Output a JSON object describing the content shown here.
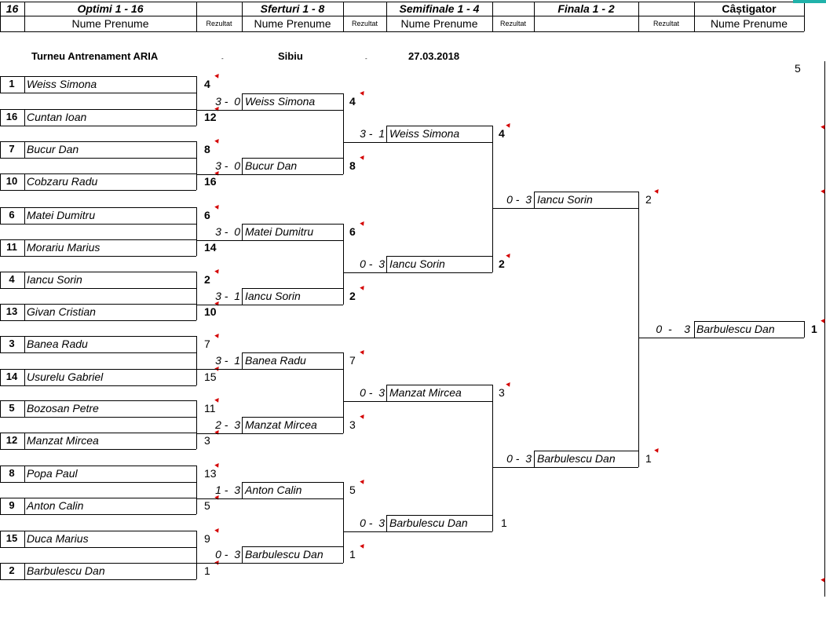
{
  "header": {
    "count": "16",
    "round1": "Optimi 1 - 16",
    "round2": "Sferturi 1 - 8",
    "round3": "Semifinale 1 - 4",
    "round4": "Finala 1 - 2",
    "winner": "Câștigator",
    "name_label": "Nume Prenume",
    "result_label": "Rezultat"
  },
  "info": {
    "title": "Turneu Antrenament ARIA",
    "dash": "-",
    "city": "Sibiu",
    "date": "27.03.2018",
    "corner_number": "5"
  },
  "round1": [
    {
      "seed": "1",
      "name": "Weiss Simona",
      "val": "4"
    },
    {
      "seed": "16",
      "name": "Cuntan Ioan",
      "val": "12"
    },
    {
      "seed": "7",
      "name": "Bucur Dan",
      "val": "8"
    },
    {
      "seed": "10",
      "name": "Cobzaru Radu",
      "val": "16"
    },
    {
      "seed": "6",
      "name": "Matei Dumitru",
      "val": "6"
    },
    {
      "seed": "11",
      "name": "Morariu Marius",
      "val": "14"
    },
    {
      "seed": "4",
      "name": "Iancu Sorin",
      "val": "2"
    },
    {
      "seed": "13",
      "name": "Givan Cristian",
      "val": "10"
    },
    {
      "seed": "3",
      "name": "Banea Radu",
      "val": "7"
    },
    {
      "seed": "14",
      "name": "Usurelu Gabriel",
      "val": "15"
    },
    {
      "seed": "5",
      "name": "Bozosan Petre",
      "val": "11"
    },
    {
      "seed": "12",
      "name": "Manzat Mircea",
      "val": "3"
    },
    {
      "seed": "8",
      "name": "Popa Paul",
      "val": "13"
    },
    {
      "seed": "9",
      "name": "Anton Calin",
      "val": "5"
    },
    {
      "seed": "15",
      "name": "Duca Marius",
      "val": "9"
    },
    {
      "seed": "2",
      "name": "Barbulescu Dan",
      "val": "1"
    }
  ],
  "round2": [
    {
      "score": "3 -  0",
      "name": "Weiss Simona",
      "val": "4"
    },
    {
      "score": "3 -  0",
      "name": "Bucur Dan",
      "val": "8"
    },
    {
      "score": "3 -  0",
      "name": "Matei Dumitru",
      "val": "6"
    },
    {
      "score": "3 -  1",
      "name": "Iancu Sorin",
      "val": "2"
    },
    {
      "score": "3 -  1",
      "name": "Banea Radu",
      "val": "7"
    },
    {
      "score": "2 -  3",
      "name": "Manzat Mircea",
      "val": "3"
    },
    {
      "score": "1 -  3",
      "name": "Anton Calin",
      "val": "5"
    },
    {
      "score": "0 -  3",
      "name": "Barbulescu Dan",
      "val": "1"
    }
  ],
  "round3": [
    {
      "score": "3 -  1",
      "name": "Weiss Simona",
      "val": "4"
    },
    {
      "score": "0 -  3",
      "name": "Iancu Sorin",
      "val": "2"
    },
    {
      "score": "0 -  3",
      "name": "Manzat Mircea",
      "val": "3"
    },
    {
      "score": "0 -  3",
      "name": "Barbulescu Dan",
      "val": "1"
    }
  ],
  "round4": [
    {
      "score": "0 -  3",
      "name": "Iancu Sorin",
      "val": "2"
    },
    {
      "score": "0 -  3",
      "name": "Barbulescu Dan",
      "val": "1"
    }
  ],
  "final": {
    "score": "0  -    3",
    "name": "Barbulescu Dan",
    "val": "1"
  },
  "colors": {
    "line": "#000000",
    "comment_tick": "#d40000",
    "accent": "#20b2aa"
  }
}
